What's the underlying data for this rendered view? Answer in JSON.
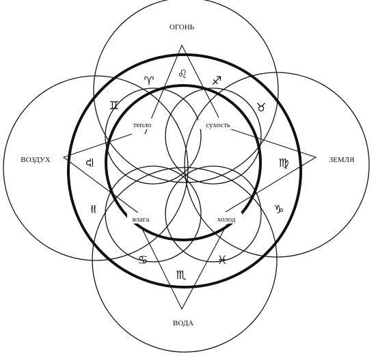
{
  "elements": {
    "fire": "ОГОНЬ",
    "air": "ВОЗДУХ",
    "earth": "ЗЕМЛЯ",
    "water": "ВОДА"
  },
  "qualities": {
    "warmth": "тепло",
    "dryness": "сухость",
    "moisture": "влага",
    "cold": "холод"
  },
  "signs": {
    "aries": "♈",
    "leo": "♌",
    "sagittarius": "♐",
    "gemini": "♊",
    "taurus": "♉",
    "libra": "♎",
    "virgo": "♍",
    "aquarius": "♒",
    "capricorn": "♑",
    "cancer": "♋",
    "scorpio": "♏",
    "pisces": "♓"
  }
}
